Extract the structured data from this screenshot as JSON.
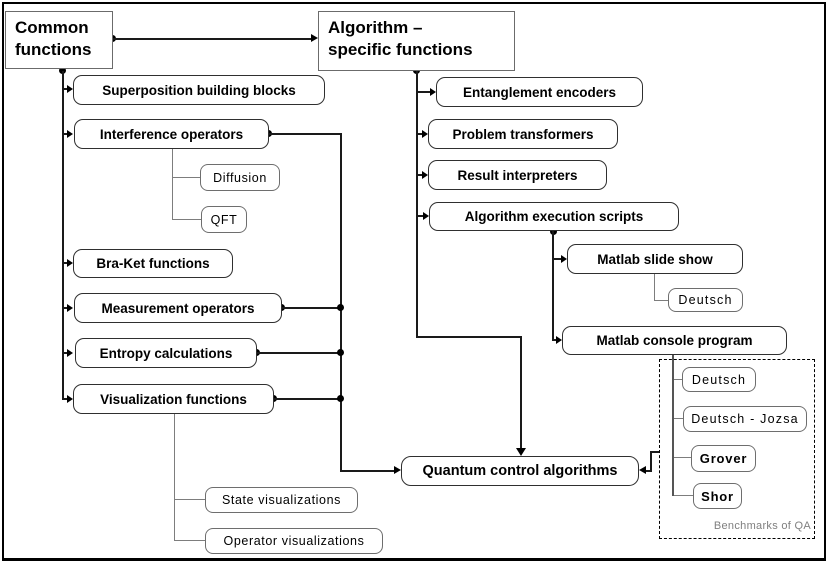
{
  "nodes": {
    "common_functions": "Common\nfunctions",
    "algorithm_specific_functions": "Algorithm –\nspecific functions",
    "superposition_building_blocks": "Superposition building blocks",
    "interference_operators": "Interference operators",
    "diffusion": "Diffusion",
    "qft": "QFT",
    "bra_ket_functions": "Bra-Ket functions",
    "measurement_operators": "Measurement operators",
    "entropy_calculations": "Entropy calculations",
    "visualization_functions": "Visualization functions",
    "state_visualizations": "State visualizations",
    "operator_visualizations": "Operator visualizations",
    "entanglement_encoders": "Entanglement encoders",
    "problem_transformers": "Problem transformers",
    "result_interpreters": "Result interpreters",
    "algorithm_execution_scripts": "Algorithm execution scripts",
    "matlab_slide_show": "Matlab slide show",
    "matlab_slide_show_deutsch": "Deutsch",
    "matlab_console_program": "Matlab console program",
    "quantum_control_algorithms": "Quantum control algorithms",
    "benchmark_deutsch": "Deutsch",
    "benchmark_deutsch_jozsa": "Deutsch - Jozsa",
    "benchmark_grover": "Grover",
    "benchmark_shor": "Shor",
    "benchmarks_caption": "Benchmarks of QA"
  },
  "hierarchy": {
    "common_functions": [
      "superposition_building_blocks",
      "interference_operators",
      "bra_ket_functions",
      "measurement_operators",
      "entropy_calculations",
      "visualization_functions"
    ],
    "interference_operators": [
      "diffusion",
      "qft"
    ],
    "visualization_functions": [
      "state_visualizations",
      "operator_visualizations"
    ],
    "algorithm_specific_functions": [
      "entanglement_encoders",
      "problem_transformers",
      "result_interpreters",
      "algorithm_execution_scripts"
    ],
    "algorithm_execution_scripts": [
      "matlab_slide_show",
      "matlab_console_program"
    ],
    "matlab_slide_show": [
      "matlab_slide_show_deutsch"
    ],
    "matlab_console_program": [
      "benchmark_deutsch",
      "benchmark_deutsch_jozsa",
      "benchmark_grover",
      "benchmark_shor"
    ],
    "arrows_into_quantum_control_algorithms": [
      "interference_operators",
      "measurement_operators",
      "entropy_calculations",
      "visualization_functions",
      "algorithm_specific_functions",
      "benchmarks_group"
    ],
    "common_to_algorithm_arrow": [
      "common_functions",
      "algorithm_specific_functions"
    ]
  },
  "colors": {
    "background": "#ffffff",
    "text": "#000000",
    "main_line": "#1a1a1a",
    "sub_line": "#7d7d7d",
    "node_border": "#2f2f2f",
    "small_node_border": "#6e6e6e",
    "title_border": "#6b6b6b",
    "caption_text": "#7f7f7f"
  }
}
